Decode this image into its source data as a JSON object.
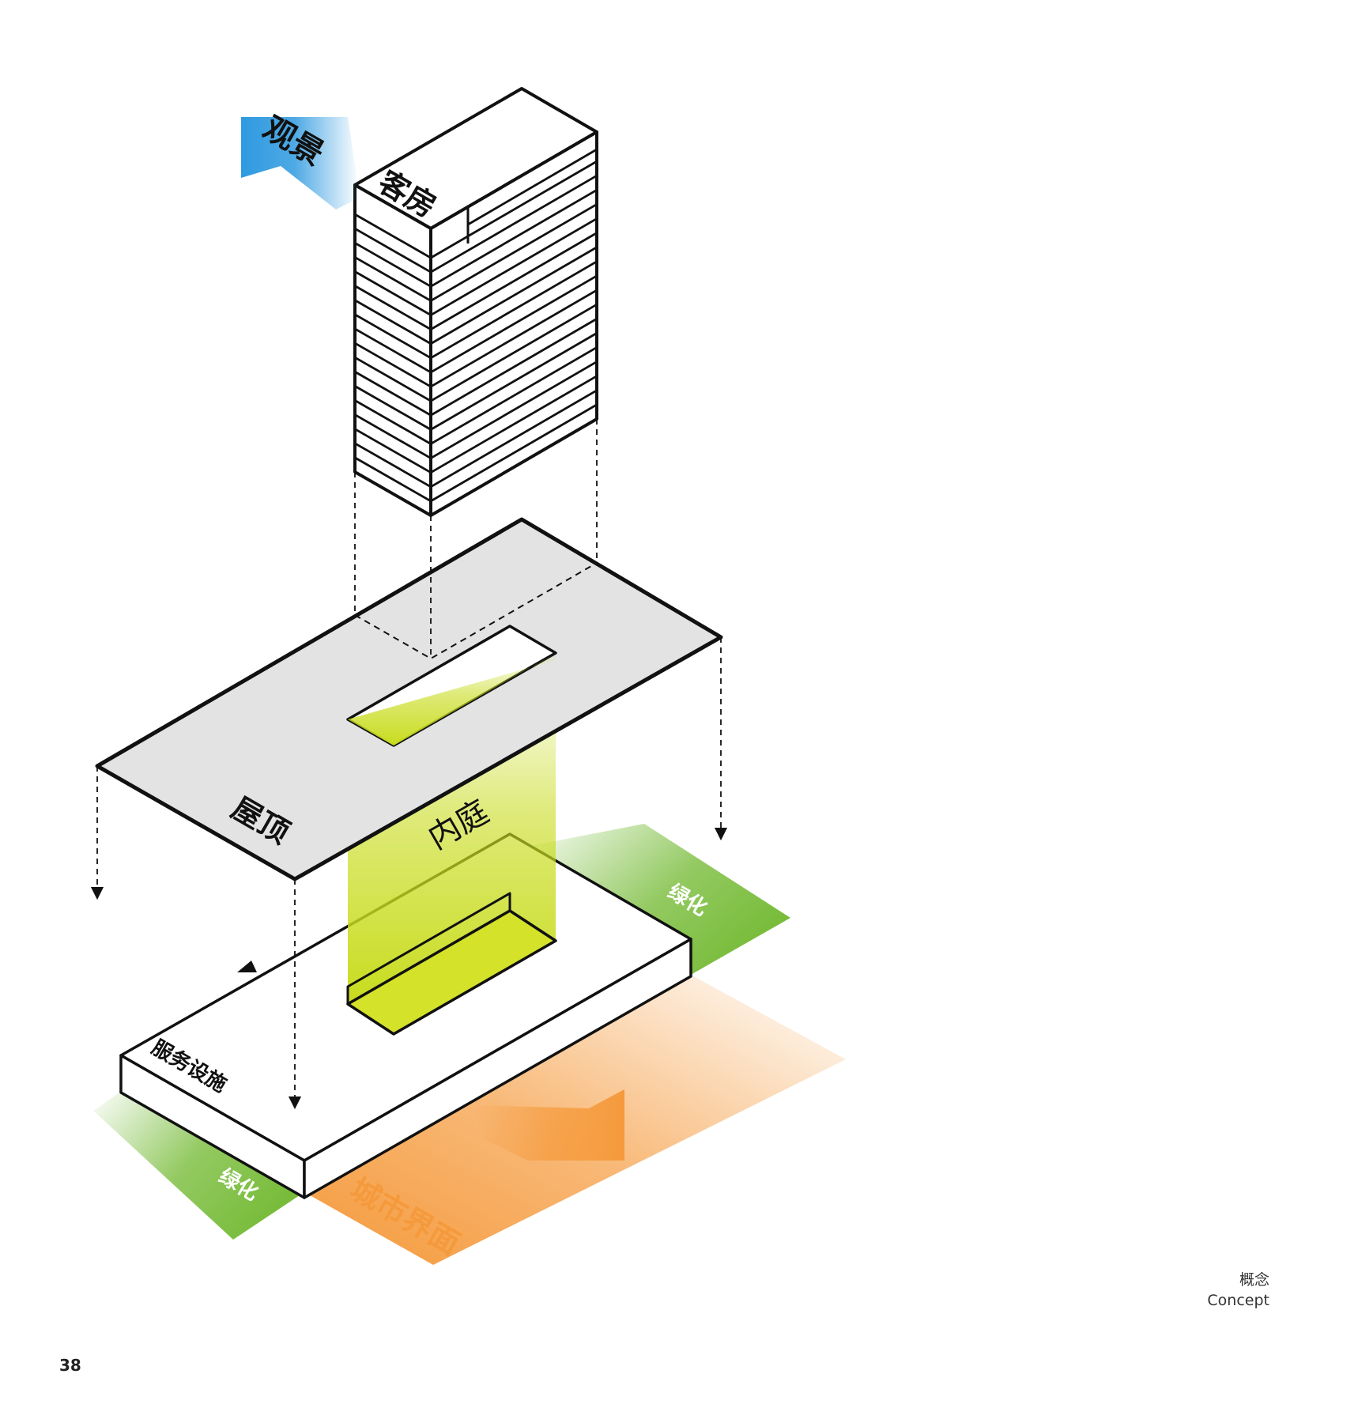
{
  "labels": {
    "view": "观景",
    "rooms": "客房",
    "roof": "屋顶",
    "courtyard": "内庭",
    "greening_right": "绿化",
    "greening_left": "绿化",
    "service": "服务设施",
    "urban_interface": "城市界面"
  },
  "caption": {
    "zh": "概念",
    "en": "Concept"
  },
  "page_number": "38",
  "colors": {
    "view_arrow": "#2f9ae0",
    "greening": "#78bc3a",
    "urban": "#f59a3c",
    "courtyard": "#c8dc1e",
    "roof": "#e3e3e3",
    "line": "#111111"
  }
}
